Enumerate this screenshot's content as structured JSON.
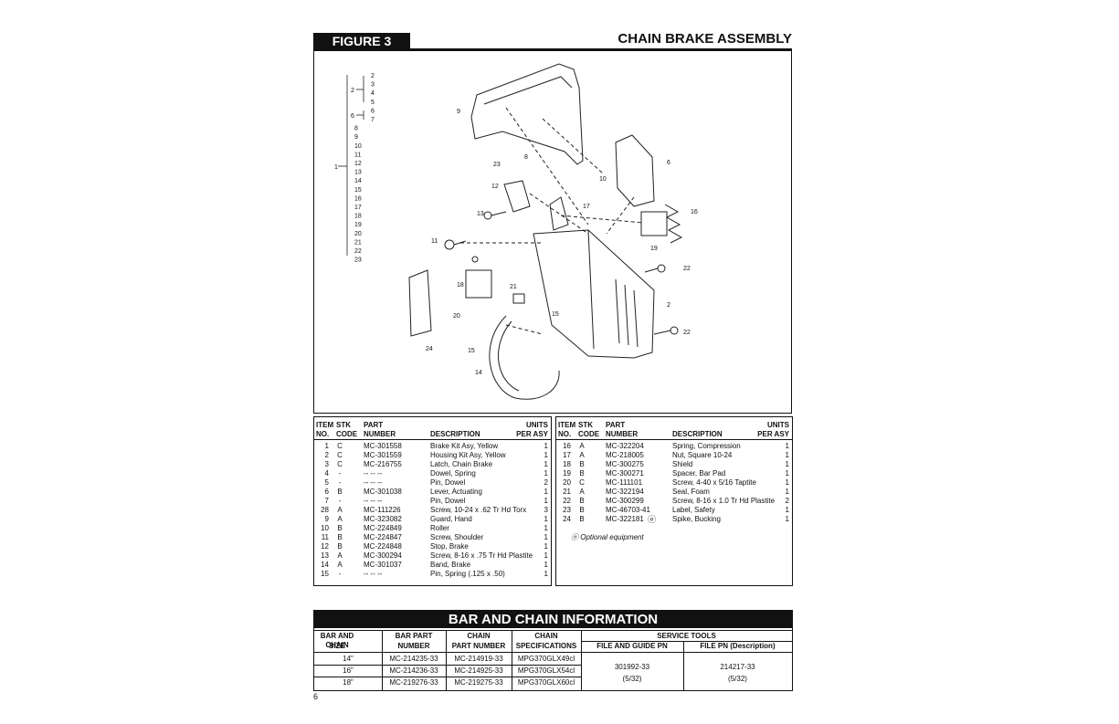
{
  "figure": {
    "label": "FIGURE 3",
    "title": "CHAIN BRAKE ASSEMBLY"
  },
  "diagram": {
    "callouts": [
      "9",
      "23",
      "8",
      "6",
      "10",
      "12",
      "17",
      "16",
      "13",
      "19",
      "11",
      "22",
      "18",
      "21",
      "2",
      "20",
      "15",
      "22",
      "24",
      "15",
      "14"
    ],
    "tree_numbers": [
      "2",
      "3",
      "4",
      "5",
      "6",
      "7",
      "8",
      "9",
      "10",
      "11",
      "12",
      "13",
      "14",
      "15",
      "16",
      "17",
      "18",
      "19",
      "20",
      "21",
      "22",
      "23"
    ],
    "tree_roots": [
      "1",
      "2",
      "6"
    ]
  },
  "parts_headers": {
    "item": "ITEM",
    "no": "NO.",
    "stk": "STK",
    "code": "CODE",
    "part": "PART",
    "number": "NUMBER",
    "description": "DESCRIPTION",
    "units": "UNITS",
    "per_asy": "PER ASY"
  },
  "parts_left": [
    {
      "item": "1",
      "stk": "C",
      "pn": "MC-301558",
      "desc": "Brake Kit Asy, Yellow",
      "units": "1"
    },
    {
      "item": "2",
      "stk": "C",
      "pn": "MC-301559",
      "desc": "Housing Kit Asy, Yellow",
      "units": "1"
    },
    {
      "item": "3",
      "stk": "C",
      "pn": "MC-216755",
      "desc": "Latch, Chain Brake",
      "units": "1"
    },
    {
      "item": "4",
      "stk": "-",
      "pn": "-- -- --",
      "desc": "Dowel, Spring",
      "units": "1"
    },
    {
      "item": "5",
      "stk": "-",
      "pn": "-- -- --",
      "desc": "Pin, Dowel",
      "units": "2"
    },
    {
      "item": "6",
      "stk": "B",
      "pn": "MC-301038",
      "desc": "Lever, Actuating",
      "units": "1"
    },
    {
      "item": "7",
      "stk": "-",
      "pn": "-- -- --",
      "desc": "Pin, Dowel",
      "units": "1"
    },
    {
      "item": "28",
      "stk": "A",
      "pn": "MC-111226",
      "desc": "Screw, 10-24 x .62 Tr Hd Torx",
      "units": "3"
    },
    {
      "item": "9",
      "stk": "A",
      "pn": "MC-323082",
      "desc": "Guard, Hand",
      "units": "1"
    },
    {
      "item": "10",
      "stk": "B",
      "pn": "MC-224849",
      "desc": "Roller",
      "units": "1"
    },
    {
      "item": "11",
      "stk": "B",
      "pn": "MC-224847",
      "desc": "Screw, Shoulder",
      "units": "1"
    },
    {
      "item": "12",
      "stk": "B",
      "pn": "MC-224848",
      "desc": "Stop, Brake",
      "units": "1"
    },
    {
      "item": "13",
      "stk": "A",
      "pn": "MC-300294",
      "desc": "Screw, 8-16 x .75 Tr Hd Plastite",
      "units": "1"
    },
    {
      "item": "14",
      "stk": "A",
      "pn": "MC-301037",
      "desc": "Band, Brake",
      "units": "1"
    },
    {
      "item": "15",
      "stk": "-",
      "pn": "-- -- --",
      "desc": "Pin, Spring (.125 x .50)",
      "units": "1"
    }
  ],
  "parts_right": [
    {
      "item": "16",
      "stk": "A",
      "pn": "MC-322204",
      "desc": "Spring, Compression",
      "units": "1",
      "note": ""
    },
    {
      "item": "17",
      "stk": "A",
      "pn": "MC-218005",
      "desc": "Nut, Square 10-24",
      "units": "1",
      "note": ""
    },
    {
      "item": "18",
      "stk": "B",
      "pn": "MC-300275",
      "desc": "Shield",
      "units": "1",
      "note": ""
    },
    {
      "item": "19",
      "stk": "B",
      "pn": "MC-300271",
      "desc": "Spacer, Bar Pad",
      "units": "1",
      "note": ""
    },
    {
      "item": "20",
      "stk": "C",
      "pn": "MC-111101",
      "desc": "Screw, 4-40 x 5/16 Taptite",
      "units": "1",
      "note": ""
    },
    {
      "item": "21",
      "stk": "A",
      "pn": "MC-322194",
      "desc": "Seal, Foam",
      "units": "1",
      "note": ""
    },
    {
      "item": "22",
      "stk": "B",
      "pn": "MC-300299",
      "desc": "Screw, 8-16 x 1.0 Tr Hd Plastite",
      "units": "2",
      "note": ""
    },
    {
      "item": "23",
      "stk": "B",
      "pn": "MC-46703-41",
      "desc": "Label, Safety",
      "units": "1",
      "note": ""
    },
    {
      "item": "24",
      "stk": "B",
      "pn": "MC-322181",
      "desc": "Spike, Bucking",
      "units": "1",
      "note": "ⓞ"
    }
  ],
  "optional_note": "ⓞ  Optional equipment",
  "bar_chain": {
    "title": "BAR AND CHAIN INFORMATION",
    "headers": {
      "size_1": "BAR AND CHAIN",
      "size_2": "SIZE",
      "bar_1": "BAR PART",
      "bar_2": "NUMBER",
      "chain_1": "CHAIN",
      "chain_2": "PART NUMBER",
      "spec_1": "CHAIN",
      "spec_2": "SPECIFICATIONS",
      "service": "SERVICE TOOLS",
      "file_guide": "FILE AND GUIDE PN",
      "file_pn": "FILE PN (Description)"
    },
    "rows": [
      {
        "size": "14\"",
        "bar": "MC-214235-33",
        "chain": "MC-214919-33",
        "spec": "MPG370GLX49cl"
      },
      {
        "size": "16\"",
        "bar": "MC-214236-33",
        "chain": "MC-214925-33",
        "spec": "MPG370GLX54cl"
      },
      {
        "size": "18\"",
        "bar": "MC-219276-33",
        "chain": "MC-219275-33",
        "spec": "MPG370GLX60cl"
      }
    ],
    "tools": {
      "file_guide_pn": "301992-33",
      "file_guide_desc": "(5/32)",
      "file_pn": "214217-33",
      "file_desc": "(5/32)"
    }
  },
  "page_number": "6"
}
